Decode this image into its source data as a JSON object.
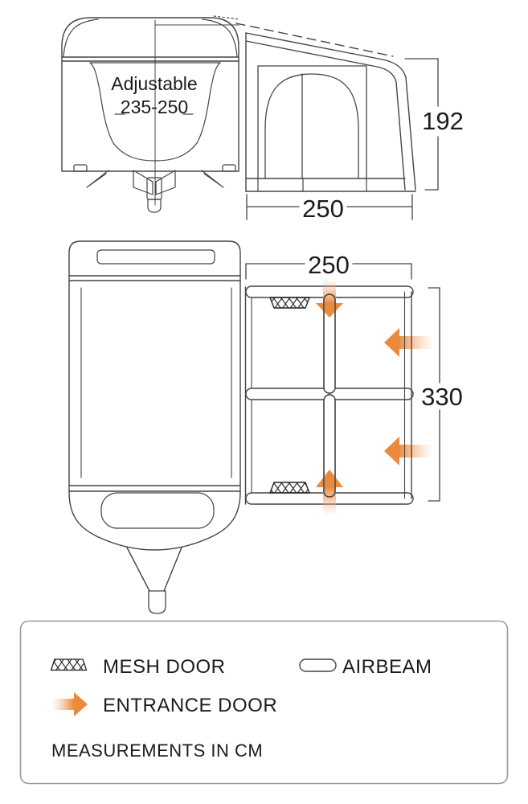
{
  "title": "Caravan awning dimensions diagram",
  "colors": {
    "accent": "#ea8a3e",
    "line": "#444444",
    "legend_border": "#9b9b9b"
  },
  "side_view": {
    "caravan_label_line1": "Adjustable",
    "caravan_label_line2": "235-250",
    "height_cm": "192",
    "width_cm": "250"
  },
  "plan_view": {
    "width_cm": "250",
    "depth_cm": "330"
  },
  "legend": {
    "mesh_door_label": "MESH DOOR",
    "airbeam_label": "AIRBEAM",
    "entrance_door_label": "ENTRANCE DOOR",
    "note": "MEASUREMENTS IN CM"
  }
}
